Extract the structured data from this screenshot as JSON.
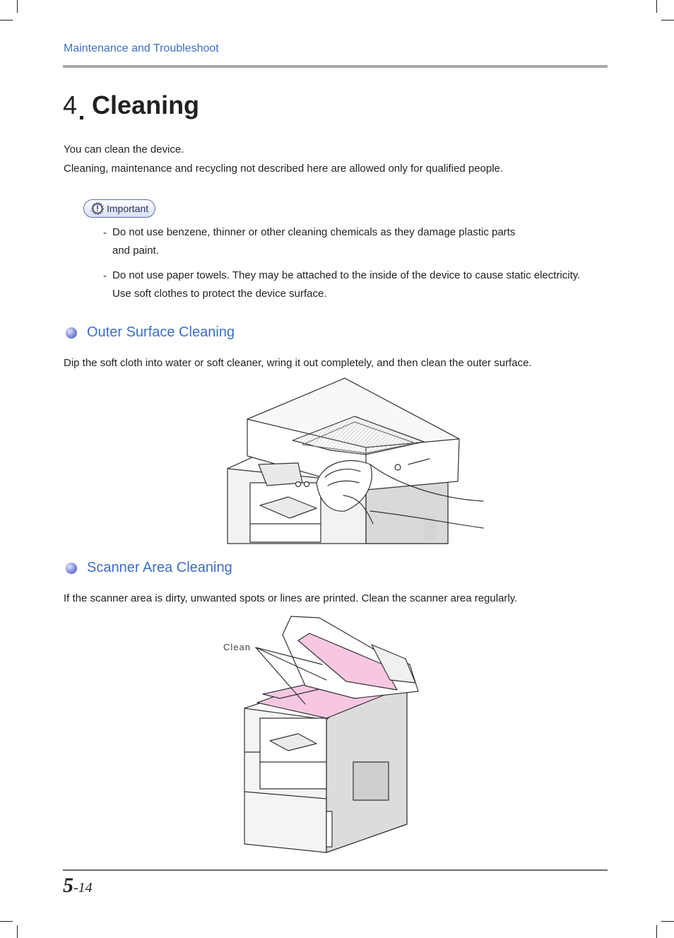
{
  "header": {
    "section": "Maintenance and Troubleshoot"
  },
  "title": {
    "number": "4",
    "text": "Cleaning"
  },
  "intro": [
    "You can clean the device.",
    "Cleaning, maintenance and recycling not described here are allowed only for qualified people."
  ],
  "important": {
    "label": "Important",
    "bullets": [
      {
        "dash": "-",
        "lines": [
          "Do not use benzene, thinner or other cleaning chemicals as they damage plastic parts",
          "and paint."
        ]
      },
      {
        "dash": "-",
        "lines": [
          "Do not use paper towels. They may be attached to the inside of the device to cause static electricity.",
          "Use soft clothes to protect the device surface."
        ]
      }
    ]
  },
  "sections": [
    {
      "heading": "Outer Surface Cleaning",
      "text": "Dip the soft cloth into water or soft cleaner, wring it out completely, and then clean the outer surface."
    },
    {
      "heading": "Scanner Area Cleaning",
      "text": "If the scanner area is dirty, unwanted spots or lines are printed. Clean the scanner area regularly.",
      "callout": "Clean"
    }
  ],
  "footer": {
    "chapter": "5",
    "page": "-14"
  },
  "colors": {
    "heading_blue": "#3e6fc4",
    "rule_gray": "#a7a9ac",
    "glass_pink": "#f7c7e2"
  }
}
